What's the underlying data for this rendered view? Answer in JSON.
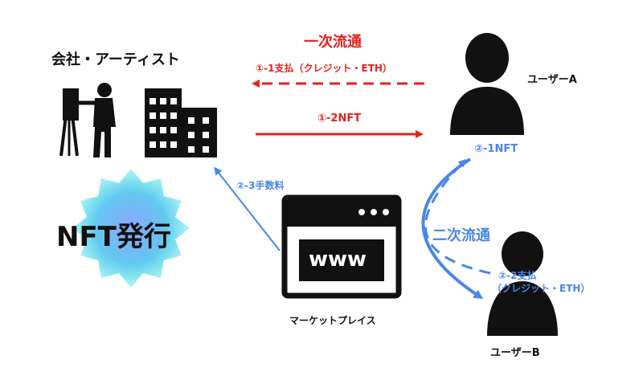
{
  "title_primary": "一次流通",
  "title_secondary": "二次流通",
  "company_label": "会社・アーティスト",
  "user_a_label": "ユーザーA",
  "user_b_label": "ユーザーB",
  "marketplace_label": "マーケットプレイス",
  "browser_text": "www",
  "nft_issue_label": "NFT発行",
  "arrows": {
    "payment_1_1": "①-1支払（クレジット・ETH）",
    "nft_1_2": "①-2NFT",
    "nft_2_1": "②-1NFT",
    "payment_2_2_line1": "②-2支払",
    "payment_2_2_line2": "（クレジット・ETH）",
    "fee_2_3": "②-3手数料"
  },
  "colors": {
    "primary": "#e8201c",
    "secondary": "#4a86e8",
    "icon": "#111111",
    "badge_gradient": [
      "#2fe0e3",
      "#8aa6ff"
    ]
  },
  "icons": {
    "artist": "painter-at-easel-icon",
    "company": "office-building-icon",
    "user": "person-silhouette-icon",
    "marketplace": "browser-window-icon"
  }
}
